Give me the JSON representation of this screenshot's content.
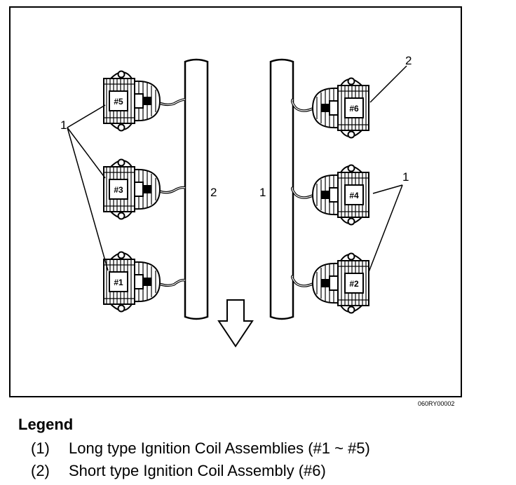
{
  "figure": {
    "code": "060RY00002",
    "callouts": {
      "long_left": "1",
      "short_right": "2",
      "rail_left": "2",
      "rail_right": "1",
      "long_right": "1"
    },
    "coils": [
      "#5",
      "#3",
      "#1",
      "#6",
      "#4",
      "#2"
    ],
    "direction_arrow": "down-arrow"
  },
  "legend": {
    "title": "Legend",
    "items": [
      {
        "num": "(1)",
        "text": "Long type Ignition Coil Assemblies (#1 ~ #5)"
      },
      {
        "num": "(2)",
        "text": "Short type Ignition Coil Assembly (#6)"
      }
    ]
  }
}
